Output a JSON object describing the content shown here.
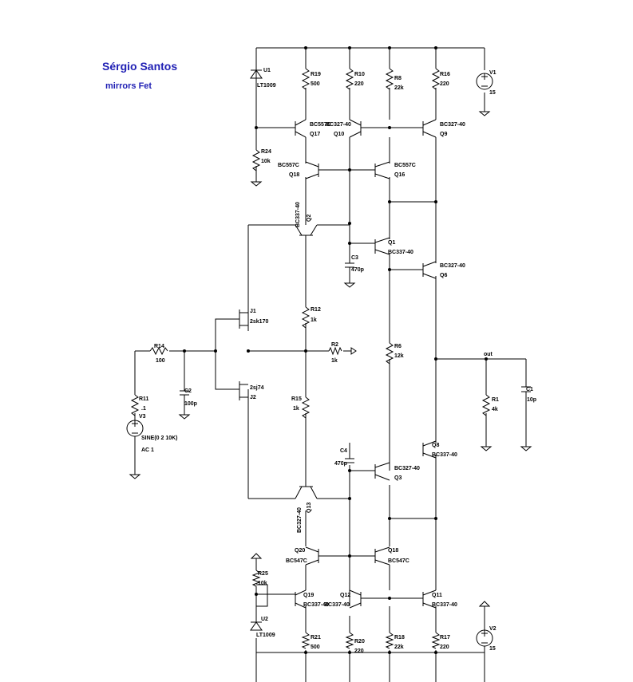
{
  "title": {
    "author": "Sérgio Santos",
    "subtitle": "mirrors Fet"
  },
  "colors": {
    "title": "#1f1fb4",
    "wire": "#000000",
    "background": "#ffffff"
  },
  "labels": {
    "u1": "U1",
    "u1_part": "LT1009",
    "r19": "R19",
    "r19_val": "500",
    "r10": "R10",
    "r10_val": "220",
    "r8": "R8",
    "r8_val": "22k",
    "r16": "R16",
    "r16_val": "220",
    "v1": "V1",
    "v1_val": "15",
    "q17_part": "BC557C",
    "q10_part": "BC327-40",
    "q17": "Q17",
    "q10": "Q10",
    "q9_part": "BC327-40",
    "q9": "Q9",
    "r24": "R24",
    "r24_val": "10k",
    "q18_part": "BC557C",
    "q18": "Q18",
    "q16_part": "BC557C",
    "q16": "Q16",
    "q2_part": "BC337-40",
    "q2": "Q2",
    "q1": "Q1",
    "q1_part": "BC337-40",
    "c3": "C3",
    "c3_val": "470p",
    "q6_part": "BC327-40",
    "q6": "Q6",
    "j1": "J1",
    "j1_part": "2sk170",
    "r12": "R12",
    "r12_val": "1k",
    "r14": "R14",
    "r14_val": "100",
    "r2": "R2",
    "r2_val": "1k",
    "r6": "R6",
    "r6_val": "12k",
    "out": "out",
    "j2_part": "2sj74",
    "j2": "J2",
    "c2": "C2",
    "c2_val": "100p",
    "r11": "R11",
    "r11_val": ".1",
    "v3": "V3",
    "v3_func": "SINE(0 2 10K)",
    "v3_ac": "AC 1",
    "r15": "R15",
    "r15_val": "1k",
    "r1": "R1",
    "r1_val": "4k",
    "c1": "C1",
    "c1_val": "10p",
    "c4": "C4",
    "c4_val": "470p",
    "q8": "Q8",
    "q8_part": "BC337-40",
    "q3_part": "BC327-40",
    "q3": "Q3",
    "q13_part": "BC327-40",
    "q13": "Q13",
    "q20": "Q20",
    "q20_part": "BC547C",
    "q18b": "Q18",
    "q18b_part": "BC547C",
    "r25": "R25",
    "r25_val": "10k",
    "q19": "Q19",
    "q19_part": "BC337-40",
    "q12": "Q12",
    "q12_part": "BC337-40",
    "q11": "Q11",
    "q11_part": "BC337-40",
    "u2": "U2",
    "u2_part": "LT1009",
    "v2": "V2",
    "v2_val": "15",
    "r21": "R21",
    "r21_val": "500",
    "r20": "R20",
    "r20_val": "220",
    "r18": "R18",
    "r18_val": "22k",
    "r17": "R17",
    "r17_val": "220"
  }
}
